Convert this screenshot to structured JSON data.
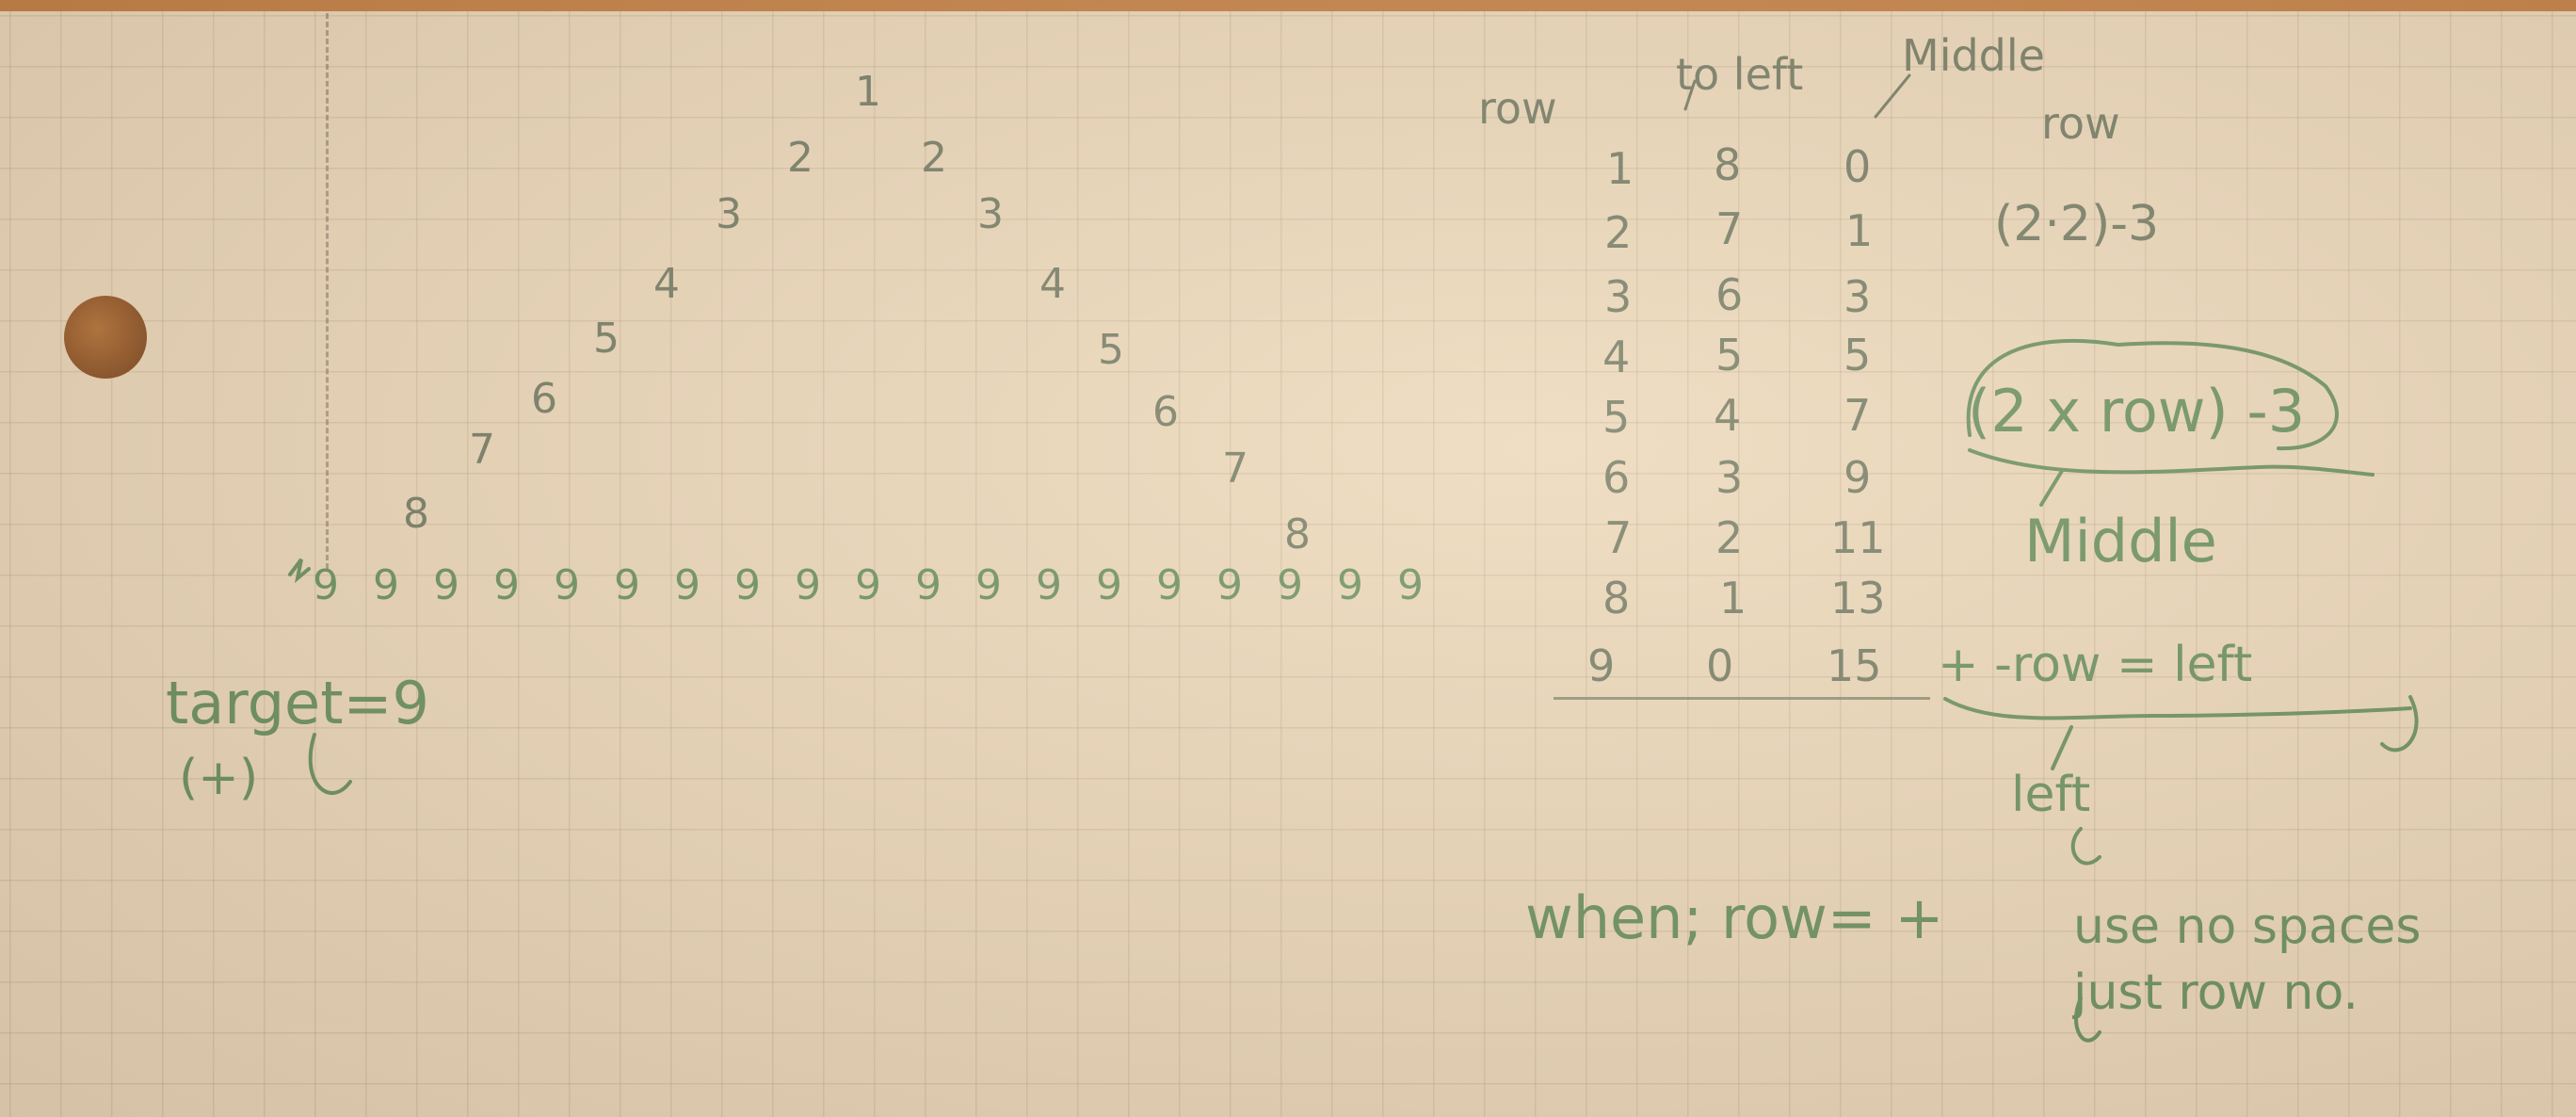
{
  "pyramid": {
    "left_side": [
      "1",
      "2",
      "3",
      "4",
      "5",
      "6",
      "7",
      "8"
    ],
    "right_side": [
      "2",
      "3",
      "4",
      "5",
      "6",
      "7",
      "8"
    ],
    "base_row": [
      "9",
      "9",
      "9",
      "9",
      "9",
      "9",
      "9",
      "9",
      "9",
      "9",
      "9",
      "9",
      "9",
      "9",
      "9",
      "9",
      "9",
      "9",
      "9"
    ]
  },
  "target_note": {
    "line1": "target=9",
    "line2": "(+)"
  },
  "table": {
    "headers": {
      "row": "row",
      "to_left": "to left",
      "middle": "Middle"
    },
    "rows": [
      [
        "1",
        "8",
        "0"
      ],
      [
        "2",
        "7",
        "1"
      ],
      [
        "3",
        "6",
        "3"
      ],
      [
        "4",
        "5",
        "5"
      ],
      [
        "5",
        "4",
        "7"
      ],
      [
        "6",
        "3",
        "9"
      ],
      [
        "7",
        "2",
        "11"
      ],
      [
        "8",
        "1",
        "13"
      ],
      [
        "9",
        "0",
        "15"
      ]
    ]
  },
  "notes": {
    "row_label": "row",
    "first_formula": "(2·2)-3",
    "middle_formula": "(2 x row) -3",
    "middle_label": "Middle",
    "left_formula": "+ -row = left",
    "left_label": "left",
    "when_clause": "when; row= +",
    "rule_line1": "use no spaces",
    "rule_line2": "just row no."
  },
  "colors": {
    "paper": "#ead8bd",
    "grid": "#968270",
    "green_ink": "#5d8a5a",
    "pencil": "#6a7560",
    "punch_hole": "#7d4318"
  }
}
